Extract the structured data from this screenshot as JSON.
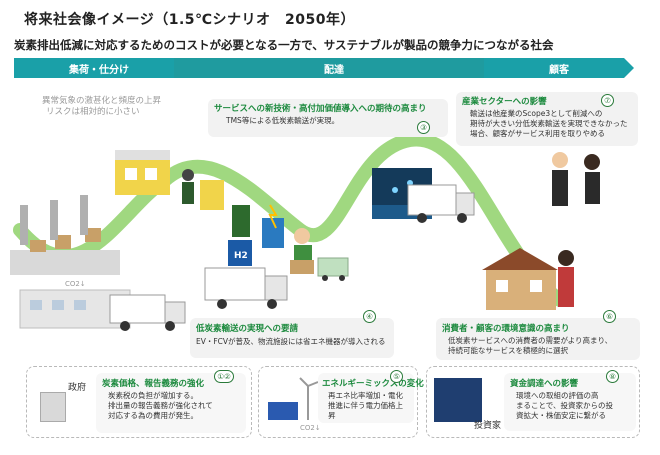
{
  "title": "将来社会像イメージ（1.5℃シナリオ　2050年）",
  "subtitle": "炭素排出低減に対応するためのコストが必要となる一方で、サステナブルが製品の競争力につながる社会",
  "phases": [
    {
      "label": "集荷・仕分け",
      "color": "#1aa0a8"
    },
    {
      "label": "配達",
      "color": "#1f9b9f"
    },
    {
      "label": "顧客",
      "color": "#1aa0a8"
    }
  ],
  "risk_note": [
    "異常気象の激甚化と頻度の上昇",
    "リスクは相対的に小さい"
  ],
  "items": {
    "i3": {
      "num": "③",
      "title": "サービスへの新技術・高付加価値導入への期待の高まり",
      "body": "TMS等による低炭素輸送が実現。"
    },
    "i7": {
      "num": "⑦",
      "title": "産業セクターへの影響",
      "body": [
        "輸送は他産業のScope3として削減への",
        "期待が大きい分低炭素輸送を実現できなかった",
        "場合、顧客がサービス利用を取りやめる"
      ]
    },
    "i4": {
      "num": "④",
      "title": "低炭素輸送の実現への要請",
      "body": "EV・FCVが普及、物流施設には省エネ機器が導入される"
    },
    "i6": {
      "num": "⑥",
      "title": "消費者・顧客の環境意識の高まり",
      "body": [
        "低炭素サービスへの消費者の需要がより高まり、",
        "持続可能なサービスを積極的に選択"
      ]
    },
    "i12": {
      "num": "①②",
      "actor": "政府",
      "title": "炭素価格、報告義務の強化",
      "body": [
        "炭素税の負担が増加する。",
        "排出量の報告義務が強化されて",
        "対応する為の費用が発生。"
      ]
    },
    "i5": {
      "num": "⑤",
      "title": "エネルギーミックスの変化",
      "body": [
        "再エネ比率増加・電化",
        "推進に伴う電力価格上昇"
      ]
    },
    "i8": {
      "num": "⑧",
      "actor": "投資家",
      "title": "資金調達への影響",
      "body": [
        "環境への取組の評価の高",
        "まることで、投資家からの投",
        "資拡大・株価安定に繋がる"
      ]
    }
  },
  "labels": {
    "h2": "H2",
    "co2_factory": "CO2↓",
    "co2_energy": "CO2↓"
  },
  "colors": {
    "accent_green": "#1c8a3e",
    "teal": "#1aa0a8",
    "curve": "#8fd16a"
  }
}
